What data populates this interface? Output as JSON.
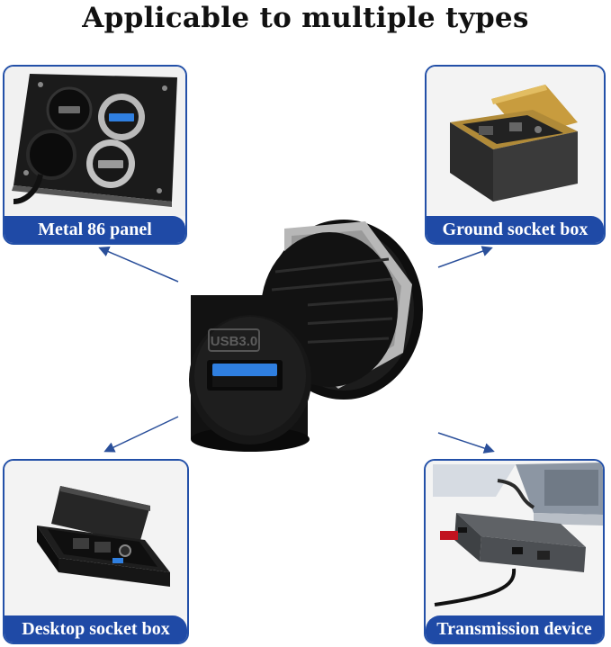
{
  "heading": "Applicable to multiple types",
  "cards": {
    "metal": {
      "label": "Metal 86 panel"
    },
    "ground": {
      "label": "Ground socket box"
    },
    "desktop": {
      "label": "Desktop socket box"
    },
    "transmission": {
      "label": "Transmission device"
    }
  },
  "product": {
    "engraving": "USB3.0"
  },
  "colors": {
    "accent": "#1f4aa6",
    "usb_blue": "#2f7fe0",
    "arrow": "#2a4f9a"
  }
}
